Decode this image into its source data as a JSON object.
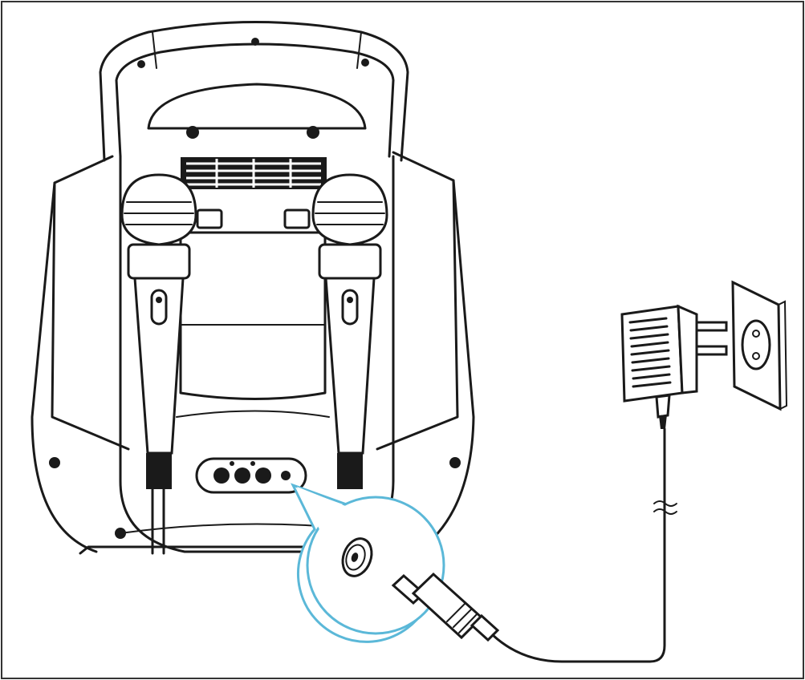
{
  "figure": {
    "frame_color": "#333333",
    "line_color": "#1a1a1a",
    "callout_color": "#5bb8d8",
    "background": "#ffffff"
  },
  "components": {
    "speaker": "speaker-unit",
    "microphones": [
      "microphone-left",
      "microphone-right"
    ],
    "adapter": "power-adapter",
    "outlet": "wall-outlet",
    "dc_jack": "dc-input-jack",
    "dc_plug": "dc-plug"
  }
}
